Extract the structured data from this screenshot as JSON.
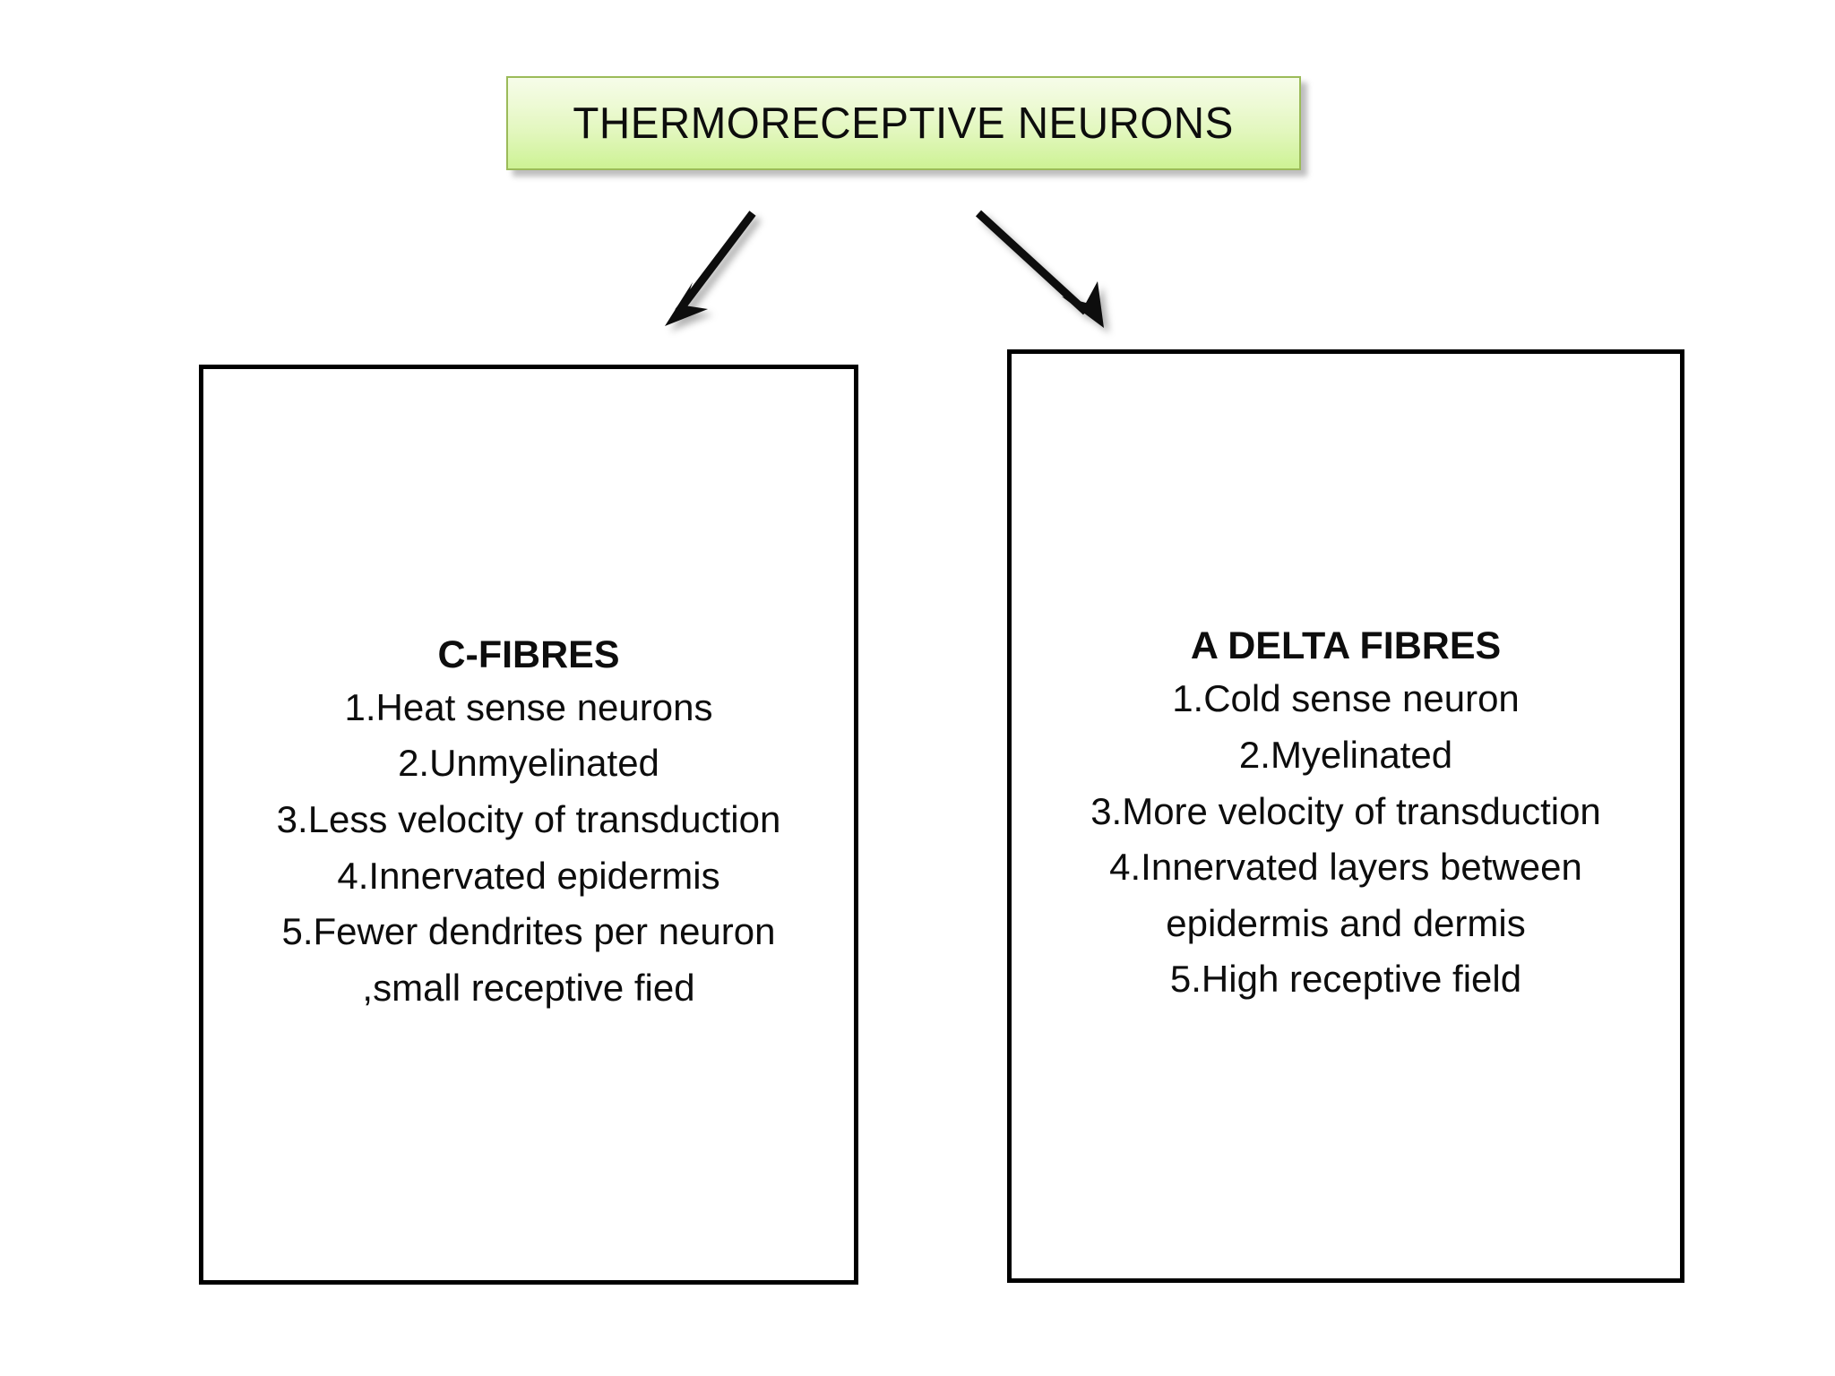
{
  "diagram": {
    "title_box": {
      "label": "THERMORECEPTIVE NEURONS",
      "fill_top_color": "#f6fce9",
      "fill_bottom_color": "#cdf294",
      "border_color": "#9bbb59",
      "text_color": "#0d0d0d"
    },
    "connectors": [
      {
        "name": "arrow-to-c-fibres",
        "direction": "down-left"
      },
      {
        "name": "arrow-to-a-delta-fibres",
        "direction": "down-right"
      }
    ],
    "branches": [
      {
        "id": "c-fibres",
        "heading": "C-FIBRES",
        "lines": [
          "1.Heat sense neurons",
          "2.Unmyelinated",
          "3.Less velocity of transduction",
          "4.Innervated epidermis",
          "5.Fewer dendrites per neuron",
          ",small receptive fied"
        ],
        "border_color": "#000000",
        "fill_color": "#ffffff"
      },
      {
        "id": "a-delta-fibres",
        "heading": "A DELTA FIBRES",
        "lines": [
          "1.Cold sense neuron",
          "2.Myelinated",
          "3.More velocity of transduction",
          "4.Innervated layers between",
          "epidermis and dermis",
          "5.High receptive field"
        ],
        "border_color": "#000000",
        "fill_color": "#ffffff"
      }
    ]
  }
}
